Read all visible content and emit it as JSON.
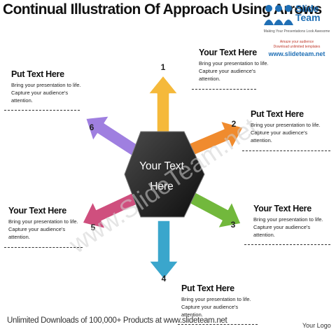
{
  "title": "Continual Illustration Of Approach Using Arrows",
  "logo": {
    "brand_line1": "Slide",
    "brand_line2": "Team",
    "tagline": "Making Your Presentations Look Awesome",
    "line1": "Amaze your audience",
    "line2": "Download unlimited templates",
    "url": "www.slideteam.net"
  },
  "center": {
    "line1": "Your Text",
    "line2": "Here"
  },
  "arrows": [
    {
      "number": "1",
      "color": "#f5b93a"
    },
    {
      "number": "2",
      "color": "#f08b2e"
    },
    {
      "number": "3",
      "color": "#72b83c"
    },
    {
      "number": "4",
      "color": "#3aa6cc"
    },
    {
      "number": "5",
      "color": "#cf4f7e"
    },
    {
      "number": "6",
      "color": "#9f7fe0"
    }
  ],
  "text_blocks": [
    {
      "heading": "Your Text Here",
      "body": [
        "Bring your presentation to life.",
        "Capture your audience's",
        "attention."
      ]
    },
    {
      "heading": "Put Text Here",
      "body": [
        "Bring your presentation to life.",
        "Capture your audience's",
        "attention."
      ]
    },
    {
      "heading": "Your Text Here",
      "body": [
        "Bring your presentation to life.",
        "Capture your audience's",
        "attention."
      ]
    },
    {
      "heading": "Put Text Here",
      "body": [
        "Bring your presentation to life.",
        "Capture your audience's",
        "attention."
      ]
    },
    {
      "heading": "Your Text Here",
      "body": [
        "Bring your presentation to life.",
        "Capture your audience's",
        "attention."
      ]
    },
    {
      "heading": "Put Text Here",
      "body": [
        "Bring your presentation to life.",
        "Capture your audience's",
        "attention."
      ]
    }
  ],
  "watermark": "www.SlideTeam.net",
  "footer": "Unlimited Downloads of 100,000+ Products at www.slideteam.net",
  "your_logo": "Your Logo"
}
